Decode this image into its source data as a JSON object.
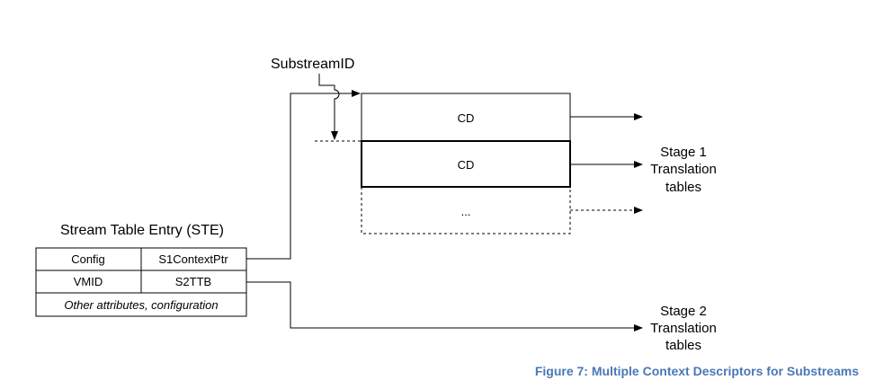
{
  "substream_label": "SubstreamID",
  "ste": {
    "title": "Stream Table Entry (STE)",
    "row1": [
      "Config",
      "S1ContextPtr"
    ],
    "row2": [
      "VMID",
      "S2TTB"
    ],
    "row3": "Other attributes, configuration"
  },
  "cd_table": {
    "rows": [
      "CD",
      "CD",
      "..."
    ]
  },
  "stage1": [
    "Stage 1",
    "Translation",
    "tables"
  ],
  "stage2": [
    "Stage 2",
    "Translation",
    "tables"
  ],
  "caption": "Figure 7: Multiple Context Descriptors for Substreams"
}
